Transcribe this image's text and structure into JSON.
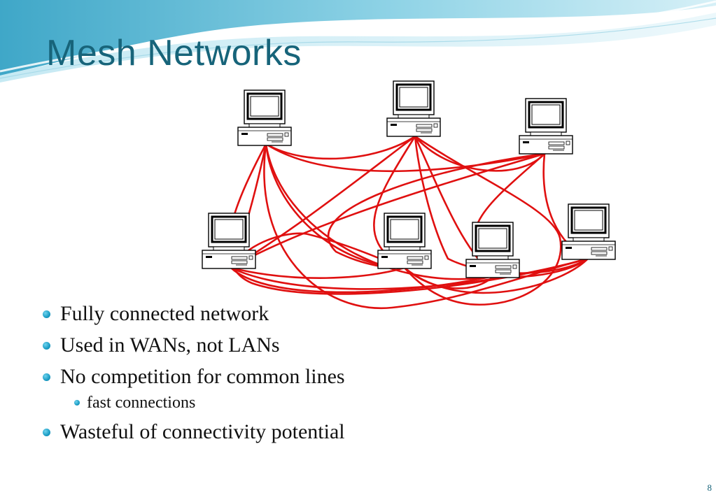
{
  "slide": {
    "title": "Mesh Networks",
    "page_number": "8"
  },
  "bullets": [
    {
      "text": "Fully connected network",
      "level": 1
    },
    {
      "text": "Used in WANs, not LANs",
      "level": 1
    },
    {
      "text": "No competition for common lines",
      "level": 1
    },
    {
      "text": "fast connections",
      "level": 2
    },
    {
      "text": "Wasteful of connectivity potential",
      "level": 1
    }
  ],
  "diagram": {
    "node_icon": "desktop-computer-icon",
    "node_count": 7,
    "link_color": "#e01010",
    "title_color": "#17647a",
    "bullet_color": "#1a9cc4"
  }
}
